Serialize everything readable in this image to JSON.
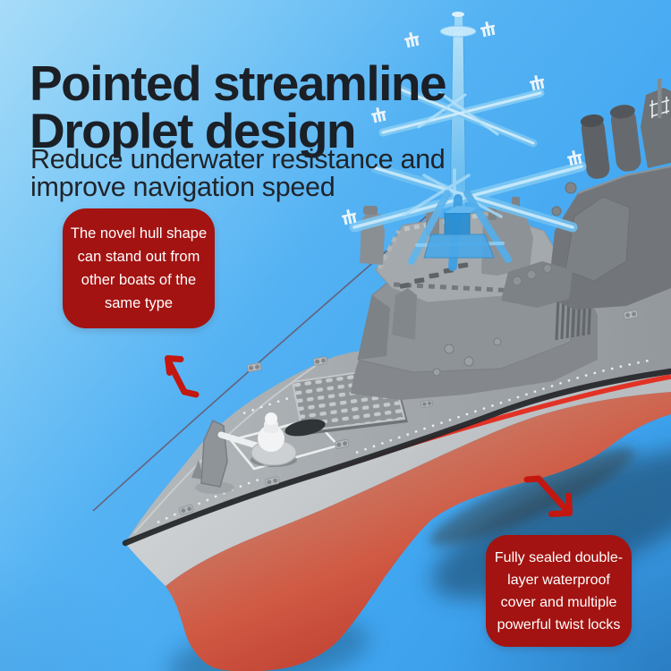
{
  "hero": {
    "title_lines": [
      "Pointed streamline",
      "Droplet design"
    ],
    "subtitle_lines": [
      "Reduce underwater resistance and",
      "improve navigation speed"
    ]
  },
  "callouts": {
    "hull_shape": {
      "lines": [
        "The novel hull shape",
        "can stand out from",
        "other boats of the",
        "same type"
      ]
    },
    "waterproof": {
      "lines": [
        "Fully sealed double-",
        "layer waterproof",
        "cover and multiple",
        "powerful twist locks"
      ]
    }
  },
  "illustration": {
    "subject": "toy RC battleship, gray destroyer with red lower hull and translucent blue radar mast",
    "elements": [
      "radar-mast",
      "bridge-superstructure",
      "aft-superstructure",
      "funnels",
      "bow-gun-turret",
      "deck-vent-grate",
      "boot-stripe",
      "red-lower-hull"
    ]
  },
  "colors": {
    "bg_light": "#A7DCF8",
    "bg_main": "#42A7F1",
    "title_color": "#1B1F26",
    "text_dark": "#20242A",
    "callout_red": "#A31311",
    "callout_text": "#FFFFFF",
    "arrow_red": "#C3170F",
    "hull_gray": "#C7CBCE",
    "deck_gray": "#9CA1A5",
    "superstructure_gray": "#84888C",
    "hull_red": "#CE5340",
    "boot_stripe_red": "#E23226",
    "mast_blue": "#6FC0F1",
    "rim_dark": "#26282B"
  }
}
